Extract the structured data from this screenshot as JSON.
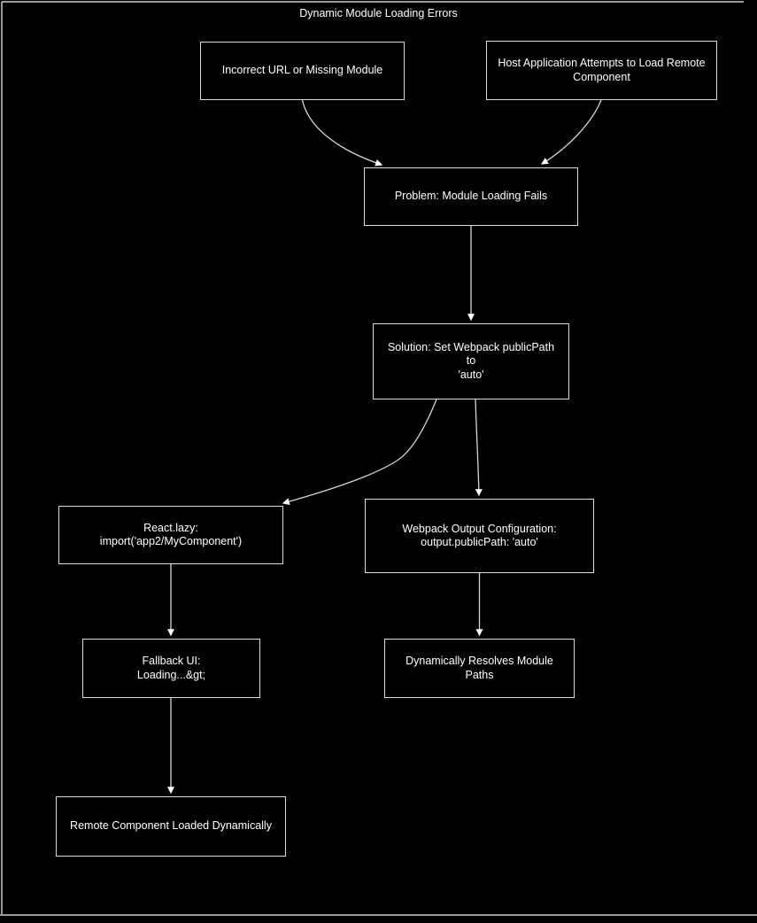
{
  "diagram": {
    "title": "Dynamic Module Loading Errors",
    "type": "flowchart",
    "colors": {
      "background": "#000000",
      "node_fill": "#000000",
      "node_border": "#dcdcdc",
      "edge": "#d6d6d6",
      "text": "#ffffff",
      "frame_border": "#c9c9c9",
      "bottom_rule": "#9a9a9a"
    },
    "nodes": [
      {
        "id": "incorrect-url",
        "label": "Incorrect URL or Missing Module"
      },
      {
        "id": "host-attempts",
        "label": "Host Application Attempts to Load Remote\nComponent"
      },
      {
        "id": "problem",
        "label": "Problem: Module Loading Fails"
      },
      {
        "id": "solution",
        "label": "Solution: Set Webpack publicPath to\n'auto'"
      },
      {
        "id": "react-lazy",
        "label": "React.lazy:\nimport('app2/MyComponent')"
      },
      {
        "id": "webpack-output",
        "label": "Webpack Output Configuration:\noutput.publicPath: 'auto'"
      },
      {
        "id": "fallback-ui",
        "label": "Fallback UI:\nLoading...&gt;"
      },
      {
        "id": "resolves-paths",
        "label": "Dynamically Resolves Module Paths"
      },
      {
        "id": "remote-loaded",
        "label": "Remote Component Loaded Dynamically"
      }
    ],
    "edges": [
      {
        "from": "incorrect-url",
        "to": "problem"
      },
      {
        "from": "host-attempts",
        "to": "problem"
      },
      {
        "from": "problem",
        "to": "solution"
      },
      {
        "from": "solution",
        "to": "react-lazy"
      },
      {
        "from": "solution",
        "to": "webpack-output"
      },
      {
        "from": "react-lazy",
        "to": "fallback-ui"
      },
      {
        "from": "webpack-output",
        "to": "resolves-paths"
      },
      {
        "from": "fallback-ui",
        "to": "remote-loaded"
      }
    ]
  }
}
